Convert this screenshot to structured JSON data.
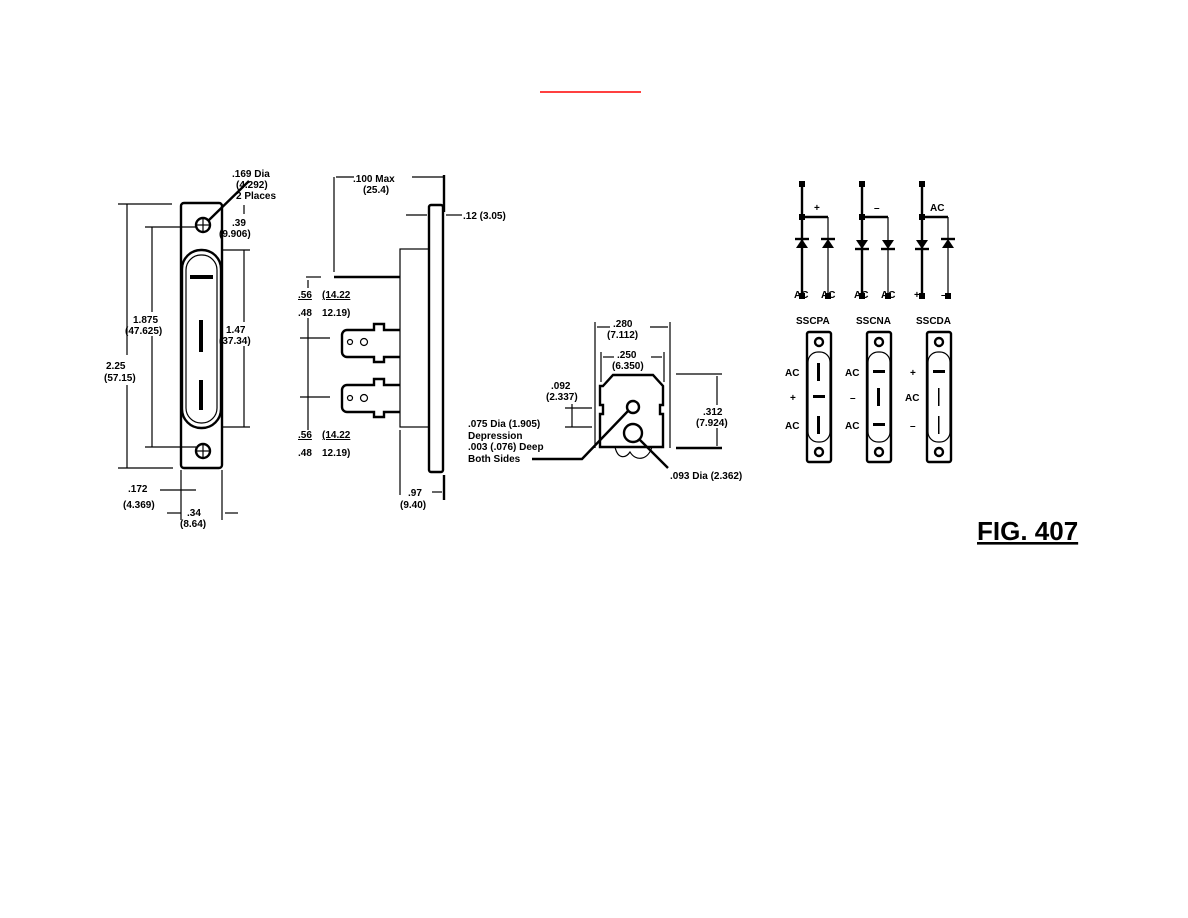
{
  "header_rule_color": "#ff0000",
  "front_view": {
    "hole_dia": ".169 Dia",
    "hole_dia_mm": "(4.292)",
    "hole_places": "2 Places",
    "hole_offset": ".39",
    "hole_offset_mm": "(9.906)",
    "hole_spacing": "1.875",
    "hole_spacing_mm": "(47.625)",
    "overall_length": "2.25",
    "overall_length_mm": "(57.15)",
    "window_length": "1.47",
    "window_length_mm": "(37.34)",
    "hole_inset": ".172",
    "hole_inset_mm": "(4.369)",
    "width": ".34",
    "width_mm": "(8.64)"
  },
  "side_view": {
    "max_height": ".100 Max",
    "max_height_mm": "(25.4)",
    "plate_thickness": ".12 (3.05)",
    "term1_a": ".56",
    "term1_a_mm": "(14.22",
    "term1_b": ".48",
    "term1_b_mm": "12.19)",
    "term2_a": ".56",
    "term2_a_mm": "(14.22",
    "term2_b": ".48",
    "term2_b_mm": "12.19)",
    "depth": ".97",
    "depth_mm": "(9.40)"
  },
  "terminal_view": {
    "outer_width": ".280",
    "outer_width_mm": "(7.112)",
    "inner_width": ".250",
    "inner_width_mm": "(6.350)",
    "notch": ".092",
    "notch_mm": "(2.337)",
    "depression_1": ".075 Dia (1.905)",
    "depression_2": "Depression",
    "depression_3": ".003 (.076) Deep",
    "depression_4": "Both Sides",
    "hole": ".093 Dia (2.362)",
    "height": ".312",
    "height_mm": "(7.924)"
  },
  "schematics": [
    {
      "top_label": "+",
      "bottom_left": "AC",
      "bottom_right": "AC",
      "model": "SSCPA",
      "side_labels": [
        "AC",
        "+",
        "AC"
      ]
    },
    {
      "top_label": "–",
      "bottom_left": "AC",
      "bottom_right": "AC",
      "model": "SSCNA",
      "side_labels": [
        "AC",
        "–",
        "AC"
      ]
    },
    {
      "top_label": "AC",
      "bottom_left": "+",
      "bottom_right": "–",
      "model": "SSCDA",
      "side_labels": [
        "+",
        "AC",
        "–"
      ]
    }
  ],
  "figure_label": "FIG. 407"
}
